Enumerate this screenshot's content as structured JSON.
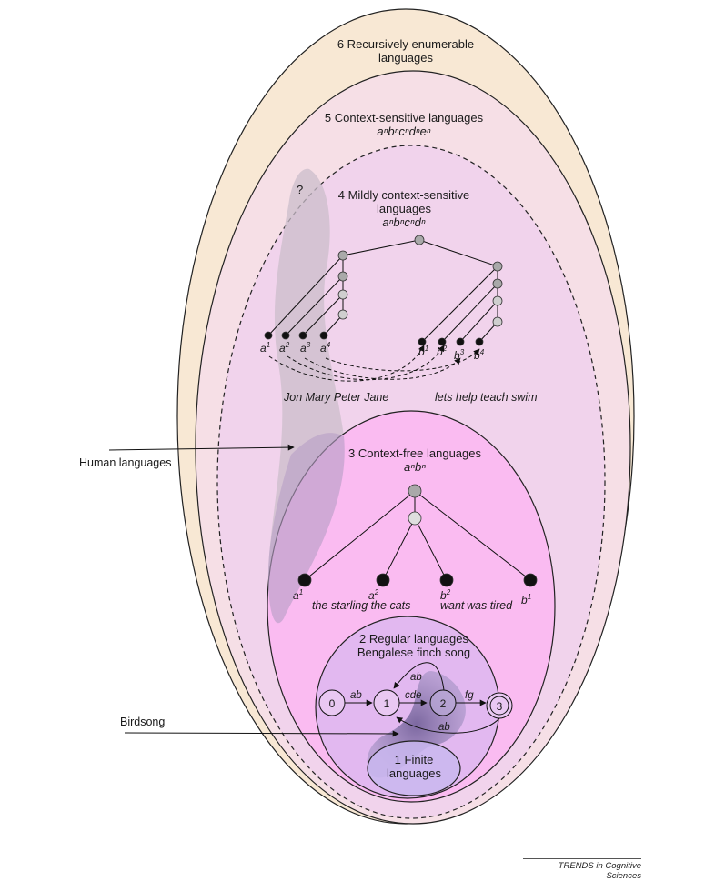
{
  "levels": {
    "l6": {
      "title": "6 Recursively enumerable",
      "title2": "languages"
    },
    "l5": {
      "title": "5 Context-sensitive languages",
      "formula": "aⁿbⁿcⁿdⁿeⁿ"
    },
    "l4": {
      "title": "4 Mildly context-sensitive",
      "title2": "languages",
      "formula": "aⁿbⁿcⁿdⁿ"
    },
    "l3": {
      "title": "3 Context-free languages",
      "formula": "aⁿbⁿ"
    },
    "l2": {
      "title": "2 Regular languages",
      "subtitle": "Bengalese finch song"
    },
    "l1": {
      "title": "1 Finite",
      "title2": "languages"
    }
  },
  "question_mark": "?",
  "side_labels": {
    "human": "Human languages",
    "birdsong": "Birdsong"
  },
  "mcs_tree": {
    "left_leaves": [
      {
        "base": "a",
        "sup": "1"
      },
      {
        "base": "a",
        "sup": "2"
      },
      {
        "base": "a",
        "sup": "3"
      },
      {
        "base": "a",
        "sup": "4"
      }
    ],
    "right_leaves": [
      {
        "base": "b",
        "sup": "1"
      },
      {
        "base": "b",
        "sup": "2"
      },
      {
        "base": "b",
        "sup": "3"
      },
      {
        "base": "b",
        "sup": "4"
      }
    ],
    "left_words": "Jon Mary Peter Jane",
    "right_words": "lets help teach swim"
  },
  "cf_tree": {
    "leaves": [
      {
        "base": "a",
        "sup": "1"
      },
      {
        "base": "a",
        "sup": "2"
      },
      {
        "base": "b",
        "sup": "2"
      },
      {
        "base": "b",
        "sup": "1"
      }
    ],
    "words": [
      "the starling the cats",
      "want",
      "was tired"
    ]
  },
  "fsa": {
    "states": [
      "0",
      "1",
      "2",
      "3"
    ],
    "edges": [
      "ab",
      "cde",
      "fg",
      "ab",
      "ab"
    ]
  },
  "footer": "TRENDS in Cognitive Sciences",
  "colors": {
    "outer": "#f8e8d4",
    "context_sensitive": "#f6dfe6",
    "mildly": "#f1d3ec",
    "context_free": "#fcb6f2",
    "regular": "#e2b8f0",
    "finite": "#c9b7ef",
    "human_band": "#d4c4d0",
    "birdsong_blob": "#7d6fa3",
    "node_grey": "#a9a9a9",
    "node_black": "#111111"
  }
}
